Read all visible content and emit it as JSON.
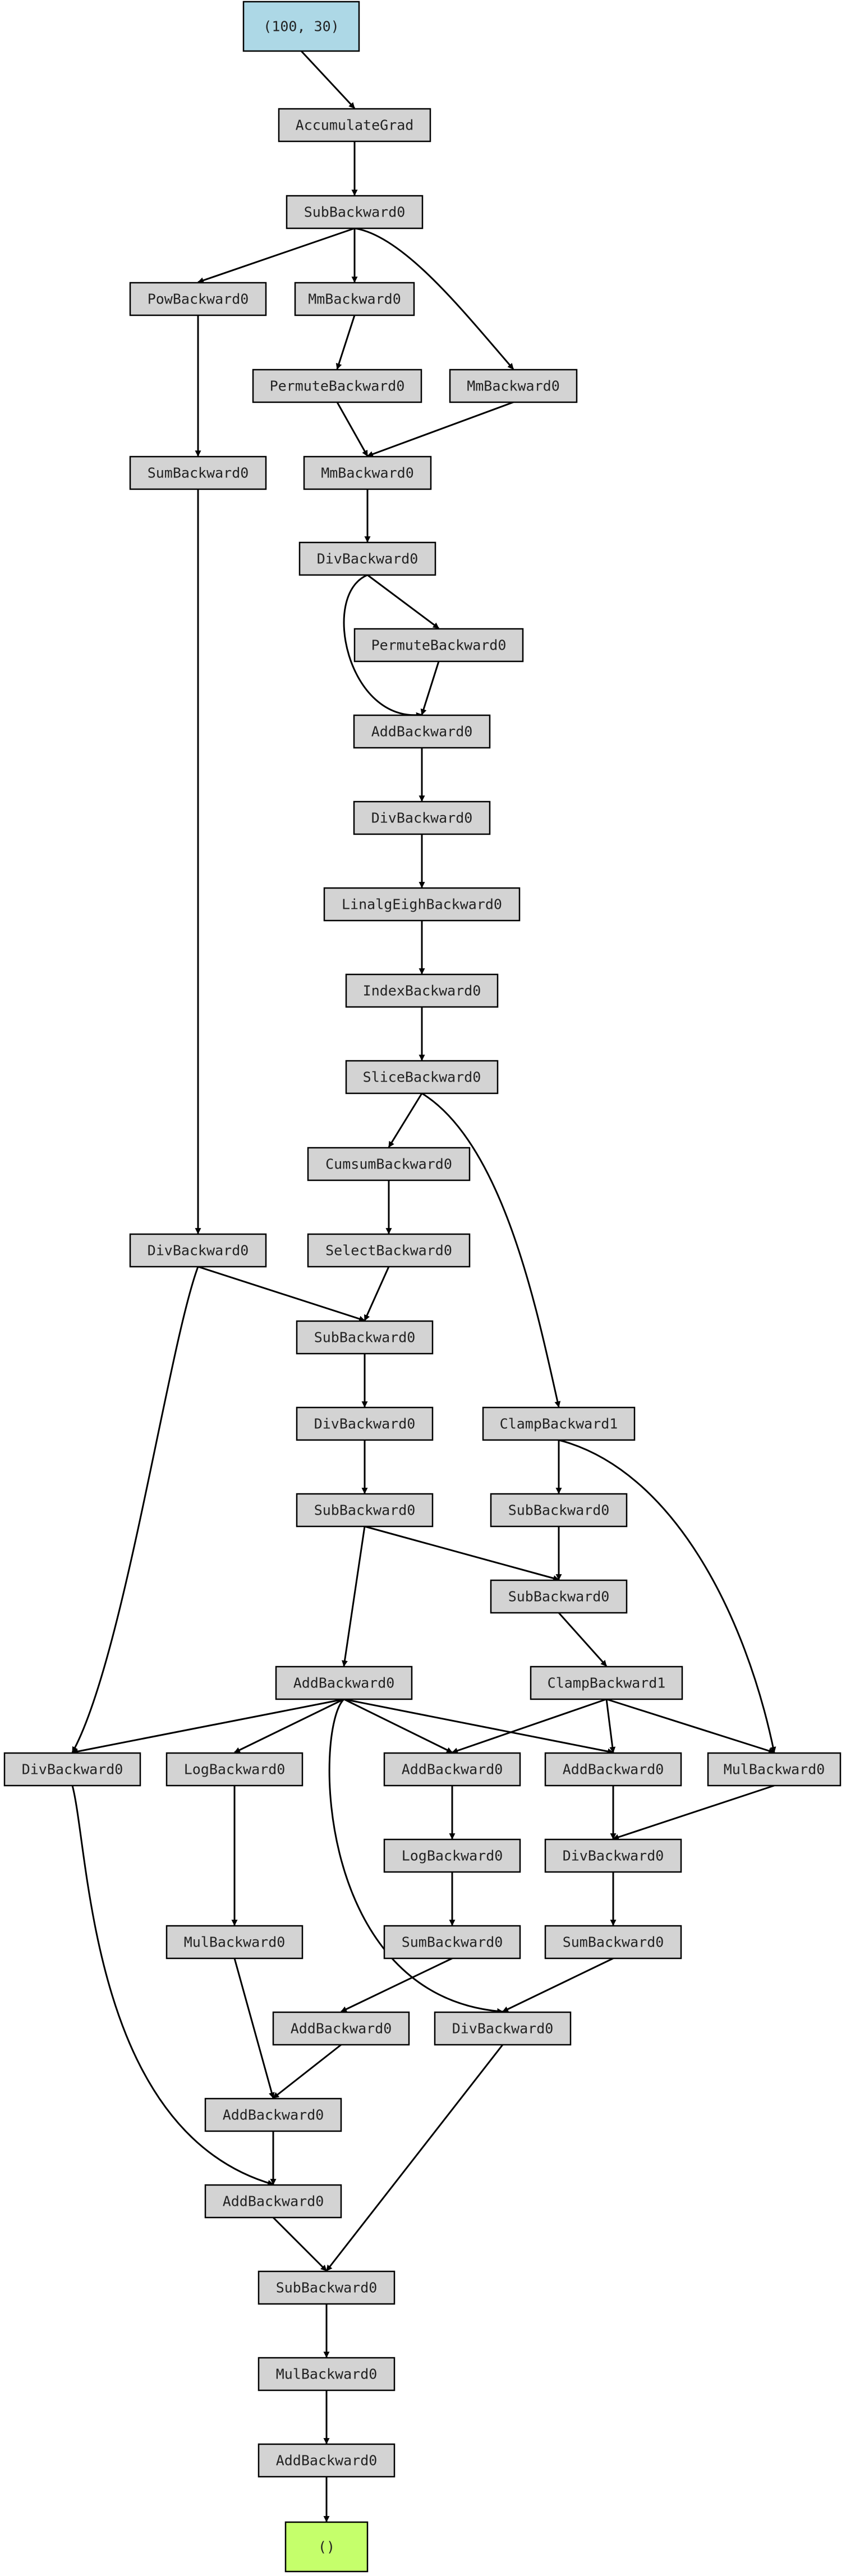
{
  "colors": {
    "param_fill": "#add8e6",
    "op_fill": "#d3d3d3",
    "output_fill": "#c5ff6b",
    "stroke": "#000000"
  },
  "nodes": [
    {
      "id": "n_param",
      "label": "(100, 30)",
      "kind": "param"
    },
    {
      "id": "n_accum",
      "label": "AccumulateGrad",
      "kind": "op"
    },
    {
      "id": "n_sub0",
      "label": "SubBackward0",
      "kind": "op"
    },
    {
      "id": "n_pow",
      "label": "PowBackward0",
      "kind": "op"
    },
    {
      "id": "n_mm1",
      "label": "MmBackward0",
      "kind": "op"
    },
    {
      "id": "n_perm1",
      "label": "PermuteBackward0",
      "kind": "op"
    },
    {
      "id": "n_mm2",
      "label": "MmBackward0",
      "kind": "op"
    },
    {
      "id": "n_sum1",
      "label": "SumBackward0",
      "kind": "op"
    },
    {
      "id": "n_mm3",
      "label": "MmBackward0",
      "kind": "op"
    },
    {
      "id": "n_div1",
      "label": "DivBackward0",
      "kind": "op"
    },
    {
      "id": "n_perm2",
      "label": "PermuteBackward0",
      "kind": "op"
    },
    {
      "id": "n_add1",
      "label": "AddBackward0",
      "kind": "op"
    },
    {
      "id": "n_div2",
      "label": "DivBackward0",
      "kind": "op"
    },
    {
      "id": "n_eigh",
      "label": "LinalgEighBackward0",
      "kind": "op"
    },
    {
      "id": "n_index",
      "label": "IndexBackward0",
      "kind": "op"
    },
    {
      "id": "n_slice",
      "label": "SliceBackward0",
      "kind": "op"
    },
    {
      "id": "n_cumsum",
      "label": "CumsumBackward0",
      "kind": "op"
    },
    {
      "id": "n_div3",
      "label": "DivBackward0",
      "kind": "op"
    },
    {
      "id": "n_select",
      "label": "SelectBackward0",
      "kind": "op"
    },
    {
      "id": "n_sub2",
      "label": "SubBackward0",
      "kind": "op"
    },
    {
      "id": "n_div4",
      "label": "DivBackward0",
      "kind": "op"
    },
    {
      "id": "n_clamp1",
      "label": "ClampBackward1",
      "kind": "op"
    },
    {
      "id": "n_sub3",
      "label": "SubBackward0",
      "kind": "op"
    },
    {
      "id": "n_sub4",
      "label": "SubBackward0",
      "kind": "op"
    },
    {
      "id": "n_sub5",
      "label": "SubBackward0",
      "kind": "op"
    },
    {
      "id": "n_add2",
      "label": "AddBackward0",
      "kind": "op"
    },
    {
      "id": "n_clamp2",
      "label": "ClampBackward1",
      "kind": "op"
    },
    {
      "id": "n_div5",
      "label": "DivBackward0",
      "kind": "op"
    },
    {
      "id": "n_log1",
      "label": "LogBackward0",
      "kind": "op"
    },
    {
      "id": "n_add3",
      "label": "AddBackward0",
      "kind": "op"
    },
    {
      "id": "n_add4",
      "label": "AddBackward0",
      "kind": "op"
    },
    {
      "id": "n_mul1",
      "label": "MulBackward0",
      "kind": "op"
    },
    {
      "id": "n_log2",
      "label": "LogBackward0",
      "kind": "op"
    },
    {
      "id": "n_div6",
      "label": "DivBackward0",
      "kind": "op"
    },
    {
      "id": "n_mul2",
      "label": "MulBackward0",
      "kind": "op"
    },
    {
      "id": "n_sum2",
      "label": "SumBackward0",
      "kind": "op"
    },
    {
      "id": "n_sum3",
      "label": "SumBackward0",
      "kind": "op"
    },
    {
      "id": "n_add5",
      "label": "AddBackward0",
      "kind": "op"
    },
    {
      "id": "n_div7",
      "label": "DivBackward0",
      "kind": "op"
    },
    {
      "id": "n_add6",
      "label": "AddBackward0",
      "kind": "op"
    },
    {
      "id": "n_add7",
      "label": "AddBackward0",
      "kind": "op"
    },
    {
      "id": "n_sub6",
      "label": "SubBackward0",
      "kind": "op"
    },
    {
      "id": "n_mul3",
      "label": "MulBackward0",
      "kind": "op"
    },
    {
      "id": "n_add8",
      "label": "AddBackward0",
      "kind": "op"
    },
    {
      "id": "n_out",
      "label": "()",
      "kind": "output"
    }
  ],
  "edges": [
    [
      "n_param",
      "n_accum"
    ],
    [
      "n_accum",
      "n_sub0"
    ],
    [
      "n_sub0",
      "n_pow"
    ],
    [
      "n_sub0",
      "n_mm1"
    ],
    [
      "n_sub0",
      "n_mm2"
    ],
    [
      "n_mm1",
      "n_perm1"
    ],
    [
      "n_pow",
      "n_sum1"
    ],
    [
      "n_perm1",
      "n_mm3"
    ],
    [
      "n_mm2",
      "n_mm3"
    ],
    [
      "n_mm3",
      "n_div1"
    ],
    [
      "n_div1",
      "n_perm2"
    ],
    [
      "n_div1",
      "n_add1"
    ],
    [
      "n_perm2",
      "n_add1"
    ],
    [
      "n_add1",
      "n_div2"
    ],
    [
      "n_div2",
      "n_eigh"
    ],
    [
      "n_eigh",
      "n_index"
    ],
    [
      "n_index",
      "n_slice"
    ],
    [
      "n_slice",
      "n_cumsum"
    ],
    [
      "n_slice",
      "n_clamp1"
    ],
    [
      "n_cumsum",
      "n_select"
    ],
    [
      "n_sum1",
      "n_div3"
    ],
    [
      "n_div3",
      "n_sub2"
    ],
    [
      "n_select",
      "n_sub2"
    ],
    [
      "n_sub2",
      "n_div4"
    ],
    [
      "n_div4",
      "n_sub4"
    ],
    [
      "n_clamp1",
      "n_sub3"
    ],
    [
      "n_clamp1",
      "n_mul2"
    ],
    [
      "n_sub3",
      "n_sub5"
    ],
    [
      "n_sub4",
      "n_sub5"
    ],
    [
      "n_sub4",
      "n_add2"
    ],
    [
      "n_sub5",
      "n_clamp2"
    ],
    [
      "n_div3",
      "n_div5"
    ],
    [
      "n_add2",
      "n_div5"
    ],
    [
      "n_add2",
      "n_log1"
    ],
    [
      "n_add2",
      "n_add3"
    ],
    [
      "n_add2",
      "n_add4"
    ],
    [
      "n_add2",
      "n_div7"
    ],
    [
      "n_clamp2",
      "n_add3"
    ],
    [
      "n_clamp2",
      "n_add4"
    ],
    [
      "n_clamp2",
      "n_mul2"
    ],
    [
      "n_log1",
      "n_mul1"
    ],
    [
      "n_add3",
      "n_log2"
    ],
    [
      "n_add4",
      "n_div6"
    ],
    [
      "n_mul2",
      "n_div6"
    ],
    [
      "n_log2",
      "n_sum2"
    ],
    [
      "n_div6",
      "n_sum3"
    ],
    [
      "n_sum2",
      "n_add5"
    ],
    [
      "n_sum3",
      "n_div7"
    ],
    [
      "n_add5",
      "n_add6"
    ],
    [
      "n_mul1",
      "n_add6"
    ],
    [
      "n_add6",
      "n_add7"
    ],
    [
      "n_div5",
      "n_add7"
    ],
    [
      "n_add7",
      "n_sub6"
    ],
    [
      "n_div7",
      "n_sub6"
    ],
    [
      "n_sub6",
      "n_mul3"
    ],
    [
      "n_mul3",
      "n_add8"
    ],
    [
      "n_add8",
      "n_out"
    ]
  ]
}
